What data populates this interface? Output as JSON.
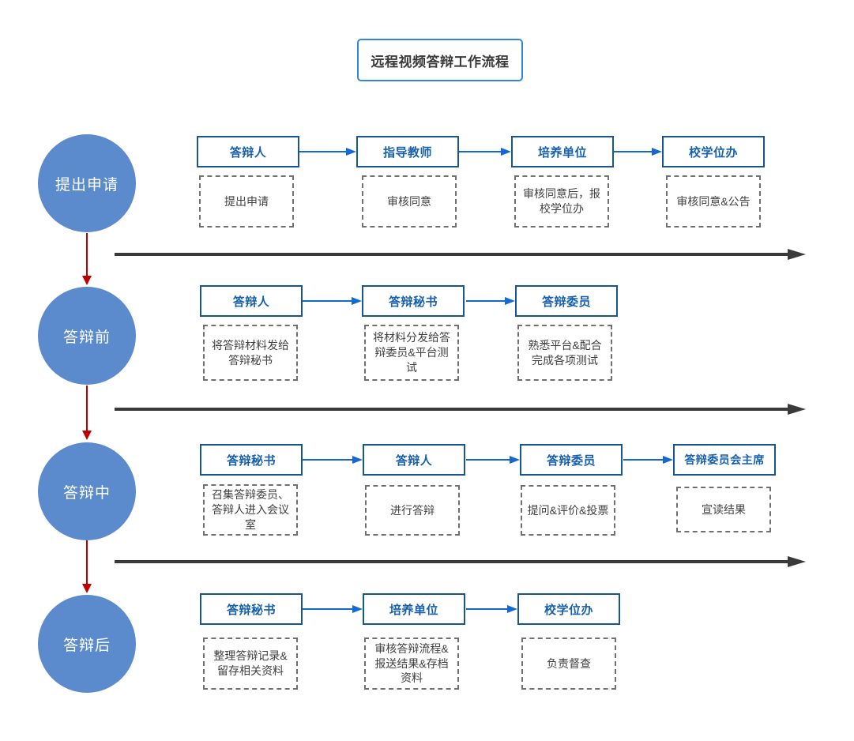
{
  "title": "远程视频答辩工作流程",
  "colors": {
    "circle_fill": "#5B8BCD",
    "box_border": "#17568F",
    "box_text": "#1760AE",
    "connector_blue": "#1468D2",
    "separator_black": "#3A3A3A",
    "flow_red": "#C00000",
    "title_border": "#2E86E0",
    "dashed_border": "#707070",
    "note_text": "#404040"
  },
  "phases": [
    {
      "label": "提出申请",
      "steps": [
        {
          "role": "答辩人",
          "action": "提出申请"
        },
        {
          "role": "指导教师",
          "action": "审核同意"
        },
        {
          "role": "培养单位",
          "action": "审核同意后，报校学位办"
        },
        {
          "role": "校学位办",
          "action": "审核同意&公告"
        }
      ]
    },
    {
      "label": "答辩前",
      "steps": [
        {
          "role": "答辩人",
          "action": "将答辩材料发给答辩秘书"
        },
        {
          "role": "答辩秘书",
          "action": "将材料分发给答辩委员&平台测试"
        },
        {
          "role": "答辩委员",
          "action": "熟悉平台&配合完成各项测试"
        }
      ]
    },
    {
      "label": "答辩中",
      "steps": [
        {
          "role": "答辩秘书",
          "action": "召集答辩委员、答辩人进入会议室"
        },
        {
          "role": "答辩人",
          "action": "进行答辩"
        },
        {
          "role": "答辩委员",
          "action": "提问&评价&投票"
        },
        {
          "role": "答辩委员会主席",
          "action": "宣读结果"
        }
      ]
    },
    {
      "label": "答辩后",
      "steps": [
        {
          "role": "答辩秘书",
          "action": "整理答辩记录&留存相关资料"
        },
        {
          "role": "培养单位",
          "action": "审核答辩流程&报送结果&存档资料"
        },
        {
          "role": "校学位办",
          "action": "负责督查"
        }
      ]
    }
  ]
}
